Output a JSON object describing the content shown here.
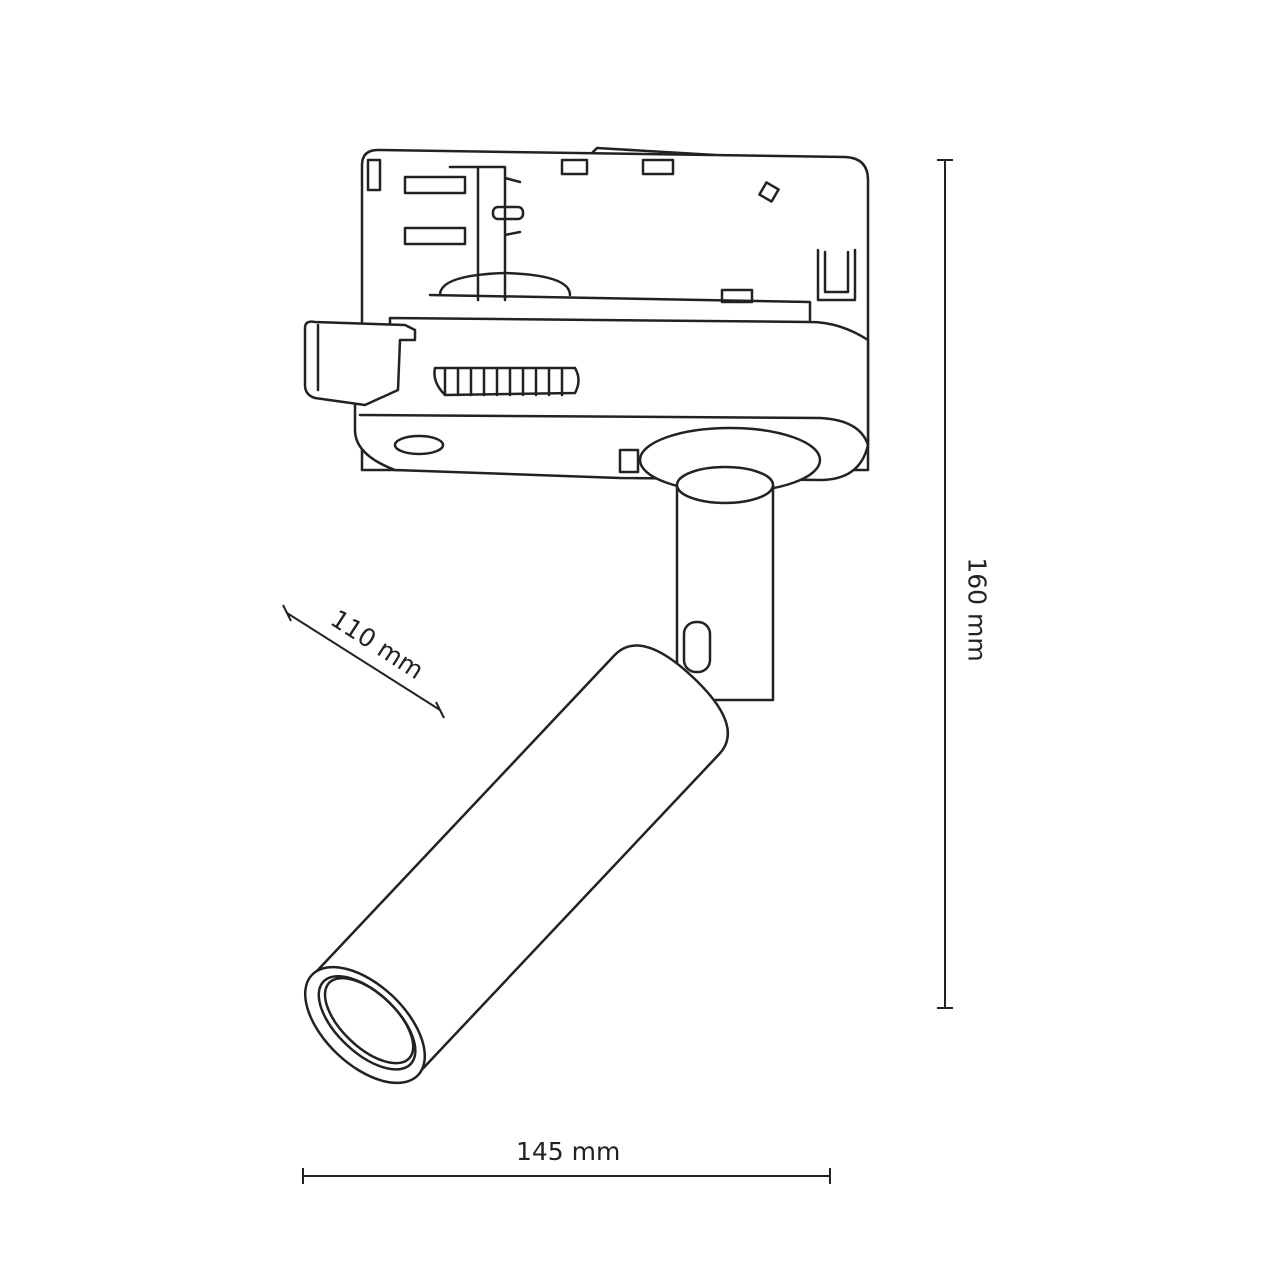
{
  "dimensions": {
    "height": "160 mm",
    "width": "145 mm",
    "depth": "110 mm"
  }
}
